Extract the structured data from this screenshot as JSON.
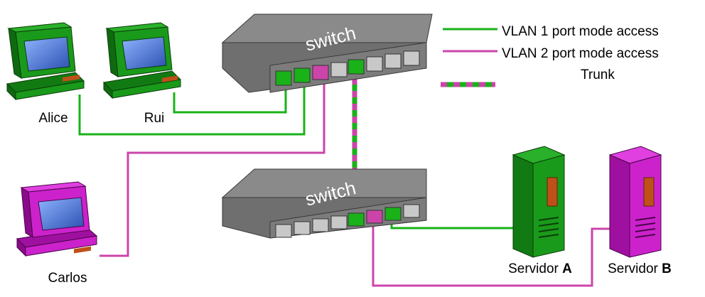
{
  "legend": {
    "vlan1": "VLAN 1 port mode access",
    "vlan2": "VLAN 2 port mode access",
    "trunk": "Trunk"
  },
  "switches": {
    "top_label": "switch",
    "bottom_label": "switch"
  },
  "hosts": {
    "alice": "Alice",
    "rui": "Rui",
    "carlos": "Carlos"
  },
  "servers": {
    "a_prefix": "Servidor ",
    "a_letter": "A",
    "b_prefix": "Servidor ",
    "b_letter": "B"
  },
  "colors": {
    "vlan1": "#19b219",
    "vlan2": "#cc44aa",
    "switch_body": "#6f6f6f",
    "pc_green": "#1a9a1a",
    "pc_magenta": "#cc22cc",
    "screen_blue": "#3a6fd8"
  }
}
